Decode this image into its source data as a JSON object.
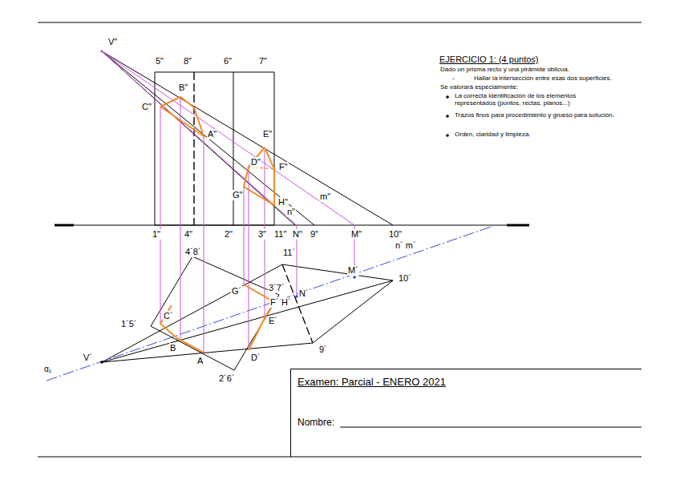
{
  "diagram": {
    "title": "EJERCICIO 1: (4 puntos)",
    "nodes": [
      {
        "text": [
          "Examen: Parcial - ENERO 2021",
          "Nombre:"
        ]
      }
    ],
    "labels": [
      "Dado un prisma recto y una pirámide oblicua.",
      "-",
      "Hallar la intersección entre esas dos superficies.",
      "Se valorará especialmente:",
      "La correcta identificación de los elementos representados (puntos, rectas, planos...)",
      "Trazos finos para procedimiento y grueso para solución.",
      "Orden, claridad y limpieza.",
      "V\"",
      "5\"",
      "8\"",
      "6\"",
      "7\"",
      "B\"",
      "C\"",
      "A\"",
      "E\"",
      "D\"",
      "F\"",
      "G\"",
      "H\"",
      "n\"",
      "m\"",
      "1\"",
      "4\"",
      "2\"",
      "3\"",
      "11\"",
      "N\"",
      "9\"",
      "M\"",
      "10\"",
      "n´ m´",
      "4´8´",
      "11´",
      "M´",
      "10´",
      "G´",
      "3´7´",
      "F´",
      "H´",
      "N´",
      "E´",
      "1´5´",
      "C´",
      "B",
      "V´",
      "A",
      "D´",
      "9´",
      "2´6´",
      "α₁"
    ]
  }
}
